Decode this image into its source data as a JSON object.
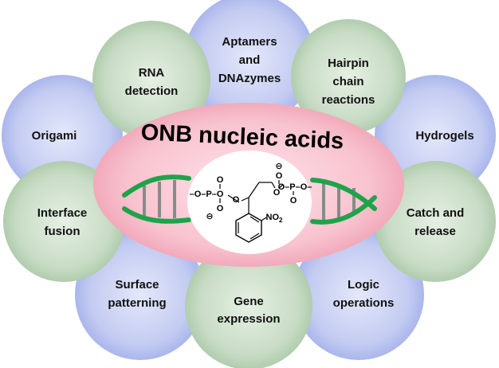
{
  "title": "ONB nucleic acids",
  "topics": [
    {
      "id": "aptamers",
      "lines": [
        "Aptamers",
        "and",
        "DNAzymes"
      ],
      "color": "blue"
    },
    {
      "id": "hairpin",
      "lines": [
        "Hairpin",
        "chain",
        "reactions"
      ],
      "color": "green"
    },
    {
      "id": "hydrogels",
      "lines": [
        "Hydrogels"
      ],
      "color": "blue"
    },
    {
      "id": "catch-release",
      "lines": [
        "Catch and",
        "release"
      ],
      "color": "green"
    },
    {
      "id": "logic",
      "lines": [
        "Logic",
        "operations"
      ],
      "color": "blue"
    },
    {
      "id": "gene",
      "lines": [
        "Gene",
        "expression"
      ],
      "color": "green"
    },
    {
      "id": "surface",
      "lines": [
        "Surface",
        "patterning"
      ],
      "color": "blue"
    },
    {
      "id": "interface",
      "lines": [
        "Interface",
        "fusion"
      ],
      "color": "green"
    },
    {
      "id": "origami",
      "lines": [
        "Origami"
      ],
      "color": "blue"
    },
    {
      "id": "rna",
      "lines": [
        "RNA",
        "detection"
      ],
      "color": "green"
    }
  ],
  "structure": {
    "left_o_top": "O",
    "left_chain": "–O–P–O",
    "left_o_bottom": "O",
    "left_charge": "⊖",
    "right_charge": "⊖",
    "right_o_top": "O",
    "right_chain": "O–P–O–",
    "right_o_bottom": "O",
    "ring_o_left": "O",
    "ring_o_right": "O",
    "nitro": "NO",
    "nitro_sub": "2"
  },
  "colors": {
    "blue_bubble": "#aeb9ea",
    "green_bubble": "#b5d2b3",
    "center_ellipse": "#f6b7c5",
    "dna_strand": "#1ea34a",
    "dna_rung": "#8a8a8a"
  }
}
